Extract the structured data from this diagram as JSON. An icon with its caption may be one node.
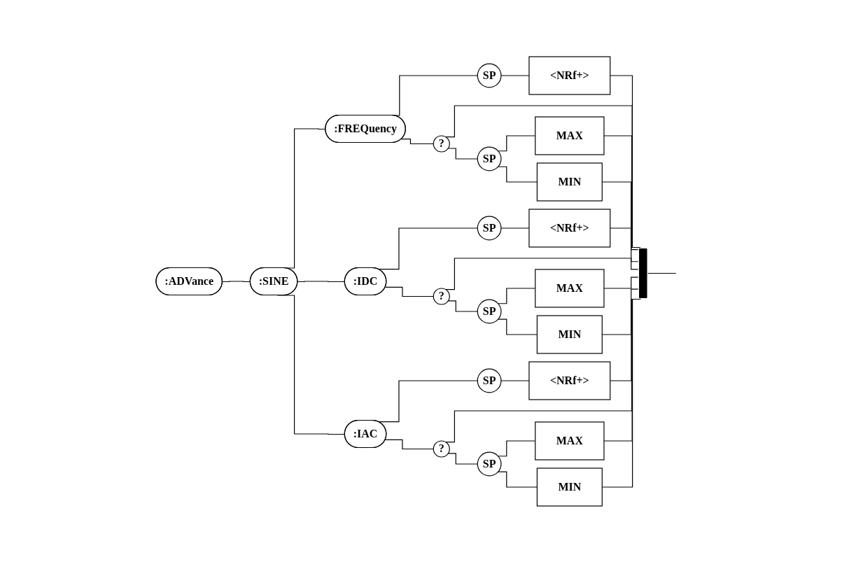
{
  "diagram": {
    "nodes": [
      {
        "text": [
          ":ADVance"
        ]
      },
      {
        "text": [
          ":SINE"
        ]
      },
      {
        "text": [
          ":FREQuency"
        ]
      },
      {
        "text": [
          "SP"
        ]
      },
      {
        "text": [
          "<NRf+>"
        ]
      },
      {
        "text": [
          "?"
        ]
      },
      {
        "text": [
          "SP"
        ]
      },
      {
        "text": [
          "MAX"
        ]
      },
      {
        "text": [
          "MIN"
        ]
      },
      {
        "text": [
          ":IDC"
        ]
      },
      {
        "text": [
          "SP"
        ]
      },
      {
        "text": [
          "<NRf+>"
        ]
      },
      {
        "text": [
          "?"
        ]
      },
      {
        "text": [
          "SP"
        ]
      },
      {
        "text": [
          "MAX"
        ]
      },
      {
        "text": [
          "MIN"
        ]
      },
      {
        "text": [
          ":IAC"
        ]
      },
      {
        "text": [
          "SP"
        ]
      },
      {
        "text": [
          "<NRf+>"
        ]
      },
      {
        "text": [
          "?"
        ]
      },
      {
        "text": [
          "SP"
        ]
      },
      {
        "text": [
          "MAX"
        ]
      },
      {
        "text": [
          "MIN"
        ]
      },
      {
        "text": [],
        "shape": "bar"
      }
    ],
    "edges": [
      {
        "from": 0,
        "to": 1,
        "arrow": "none"
      },
      {
        "from": 1,
        "to": 2,
        "arrow": "none"
      },
      {
        "from": 1,
        "to": 9,
        "arrow": "none"
      },
      {
        "from": 1,
        "to": 16,
        "arrow": "none"
      },
      {
        "from": 2,
        "to": 3,
        "arrow": "none"
      },
      {
        "from": 3,
        "to": 4,
        "arrow": "none"
      },
      {
        "from": 2,
        "to": 5,
        "arrow": "none"
      },
      {
        "from": 5,
        "to": 6,
        "arrow": "none"
      },
      {
        "from": 6,
        "to": 7,
        "arrow": "none"
      },
      {
        "from": 6,
        "to": 8,
        "arrow": "none"
      },
      {
        "from": 9,
        "to": 10,
        "arrow": "none"
      },
      {
        "from": 10,
        "to": 11,
        "arrow": "none"
      },
      {
        "from": 9,
        "to": 12,
        "arrow": "none"
      },
      {
        "from": 12,
        "to": 13,
        "arrow": "none"
      },
      {
        "from": 13,
        "to": 14,
        "arrow": "none"
      },
      {
        "from": 13,
        "to": 15,
        "arrow": "none"
      },
      {
        "from": 16,
        "to": 17,
        "arrow": "none"
      },
      {
        "from": 17,
        "to": 18,
        "arrow": "none"
      },
      {
        "from": 16,
        "to": 19,
        "arrow": "none"
      },
      {
        "from": 19,
        "to": 20,
        "arrow": "none"
      },
      {
        "from": 20,
        "to": 21,
        "arrow": "none"
      },
      {
        "from": 20,
        "to": 22,
        "arrow": "none"
      },
      {
        "from": 4,
        "to": 23,
        "arrow": "none"
      },
      {
        "from": 5,
        "to": 23,
        "arrow": "none"
      },
      {
        "from": 7,
        "to": 23,
        "arrow": "none"
      },
      {
        "from": 8,
        "to": 23,
        "arrow": "none"
      },
      {
        "from": 11,
        "to": 23,
        "arrow": "none"
      },
      {
        "from": 12,
        "to": 23,
        "arrow": "none"
      },
      {
        "from": 14,
        "to": 23,
        "arrow": "none"
      },
      {
        "from": 15,
        "to": 23,
        "arrow": "none"
      },
      {
        "from": 18,
        "to": 23,
        "arrow": "none"
      },
      {
        "from": 19,
        "to": 23,
        "arrow": "none"
      },
      {
        "from": 21,
        "to": 23,
        "arrow": "none"
      },
      {
        "from": 22,
        "to": 23,
        "arrow": "none"
      },
      {
        "from": 23,
        "to": null,
        "arrow": "none"
      }
    ]
  }
}
